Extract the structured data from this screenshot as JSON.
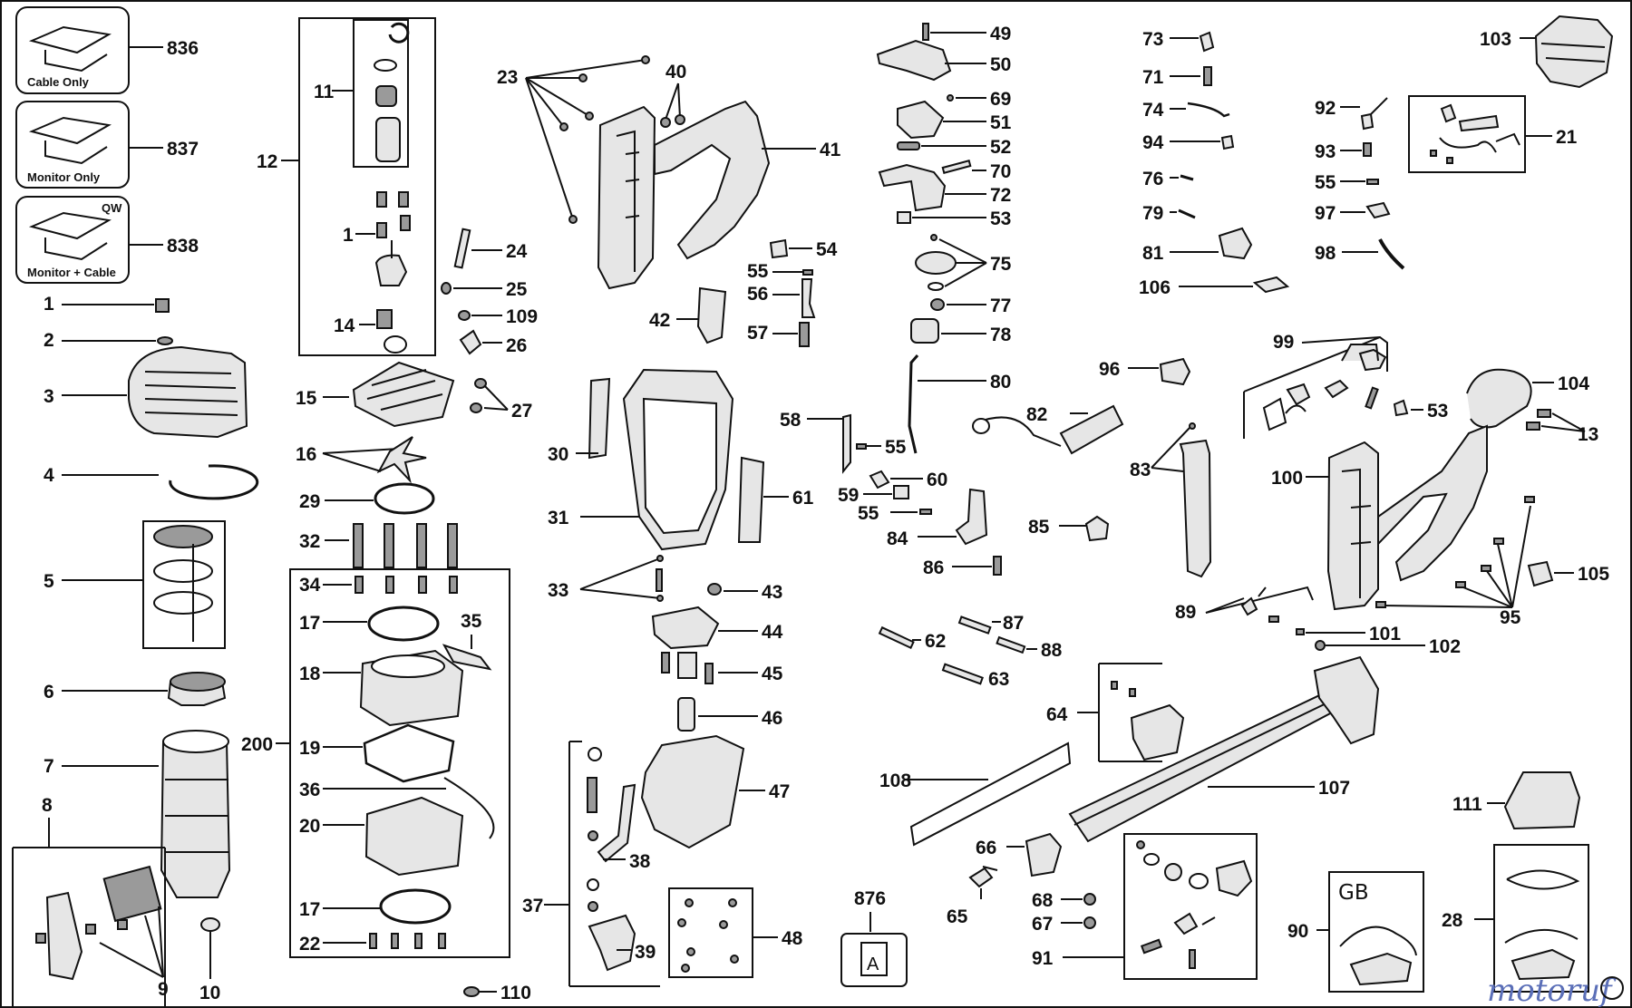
{
  "kits": [
    {
      "caption": "Cable Only",
      "number": "836"
    },
    {
      "caption": "Monitor Only",
      "number": "837"
    },
    {
      "caption": "Monitor + Cable",
      "number": "838",
      "tag": "QW"
    }
  ],
  "callouts": {
    "p1": "1",
    "p2": "2",
    "p3": "3",
    "p4": "4",
    "p5": "5",
    "p6": "6",
    "p7": "7",
    "p8": "8",
    "p9": "9",
    "p10": "10",
    "p11": "11",
    "p12": "12",
    "p1b": "1",
    "p14": "14",
    "p15": "15",
    "p16": "16",
    "p17a": "17",
    "p17b": "17",
    "p18": "18",
    "p19": "19",
    "p20": "20",
    "p22": "22",
    "p23": "23",
    "p24": "24",
    "p25": "25",
    "p26": "26",
    "p27": "27",
    "p29": "29",
    "p30": "30",
    "p31": "31",
    "p32": "32",
    "p33": "33",
    "p34": "34",
    "p35": "35",
    "p36": "36",
    "p37": "37",
    "p38": "38",
    "p39": "39",
    "p40": "40",
    "p41": "41",
    "p42": "42",
    "p43": "43",
    "p44": "44",
    "p45": "45",
    "p46": "46",
    "p47": "47",
    "p48": "48",
    "p49": "49",
    "p50": "50",
    "p51": "51",
    "p52": "52",
    "p53a": "53",
    "p53b": "53",
    "p54": "54",
    "p55a": "55",
    "p55b": "55",
    "p55c": "55",
    "p55d": "55",
    "p56": "56",
    "p57": "57",
    "p58": "58",
    "p59": "59",
    "p60": "60",
    "p61": "61",
    "p62": "62",
    "p63": "63",
    "p64": "64",
    "p65": "65",
    "p66": "66",
    "p67": "67",
    "p68": "68",
    "p69": "69",
    "p70": "70",
    "p71": "71",
    "p72": "72",
    "p73": "73",
    "p74": "74",
    "p75": "75",
    "p76": "76",
    "p77": "77",
    "p78": "78",
    "p79": "79",
    "p80": "80",
    "p81": "81",
    "p82": "82",
    "p83": "83",
    "p84": "84",
    "p85": "85",
    "p86": "86",
    "p87": "87",
    "p88": "88",
    "p89": "89",
    "p90": "90",
    "p91": "91",
    "p92": "92",
    "p93": "93",
    "p94": "94",
    "p95": "95",
    "p96": "96",
    "p97": "97",
    "p98": "98",
    "p99": "99",
    "p100": "100",
    "p101": "101",
    "p102": "102",
    "p103": "103",
    "p104": "104",
    "p105": "105",
    "p106": "106",
    "p107": "107",
    "p108": "108",
    "p109": "109",
    "p110": "110",
    "p111": "111",
    "p13": "13",
    "p21": "21",
    "p28": "28",
    "p200": "200",
    "p876": "876"
  },
  "sticker_letter": "A",
  "region_tag": "GB",
  "watermark": {
    "text": "motoruf",
    "colors": [
      "#5b6fb8",
      "#d4a14a"
    ]
  }
}
